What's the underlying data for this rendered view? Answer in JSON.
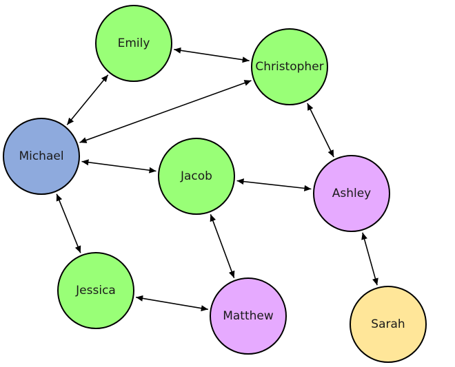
{
  "graph": {
    "nodes": [
      {
        "id": "emily",
        "label": "Emily",
        "color": "#99ff77"
      },
      {
        "id": "christopher",
        "label": "Christopher",
        "color": "#99ff77"
      },
      {
        "id": "michael",
        "label": "Michael",
        "color": "#8eaadd"
      },
      {
        "id": "jacob",
        "label": "Jacob",
        "color": "#99ff77"
      },
      {
        "id": "ashley",
        "label": "Ashley",
        "color": "#e6aaff"
      },
      {
        "id": "jessica",
        "label": "Jessica",
        "color": "#99ff77"
      },
      {
        "id": "matthew",
        "label": "Matthew",
        "color": "#e6aaff"
      },
      {
        "id": "sarah",
        "label": "Sarah",
        "color": "#ffe699"
      }
    ],
    "edges": [
      {
        "from": "emily",
        "to": "christopher",
        "direction": "both"
      },
      {
        "from": "emily",
        "to": "michael",
        "direction": "both"
      },
      {
        "from": "christopher",
        "to": "michael",
        "direction": "both"
      },
      {
        "from": "christopher",
        "to": "ashley",
        "direction": "both"
      },
      {
        "from": "michael",
        "to": "jacob",
        "direction": "both"
      },
      {
        "from": "michael",
        "to": "jessica",
        "direction": "both"
      },
      {
        "from": "jacob",
        "to": "ashley",
        "direction": "both"
      },
      {
        "from": "jacob",
        "to": "matthew",
        "direction": "both"
      },
      {
        "from": "jessica",
        "to": "matthew",
        "direction": "both"
      },
      {
        "from": "ashley",
        "to": "sarah",
        "direction": "both"
      }
    ]
  }
}
